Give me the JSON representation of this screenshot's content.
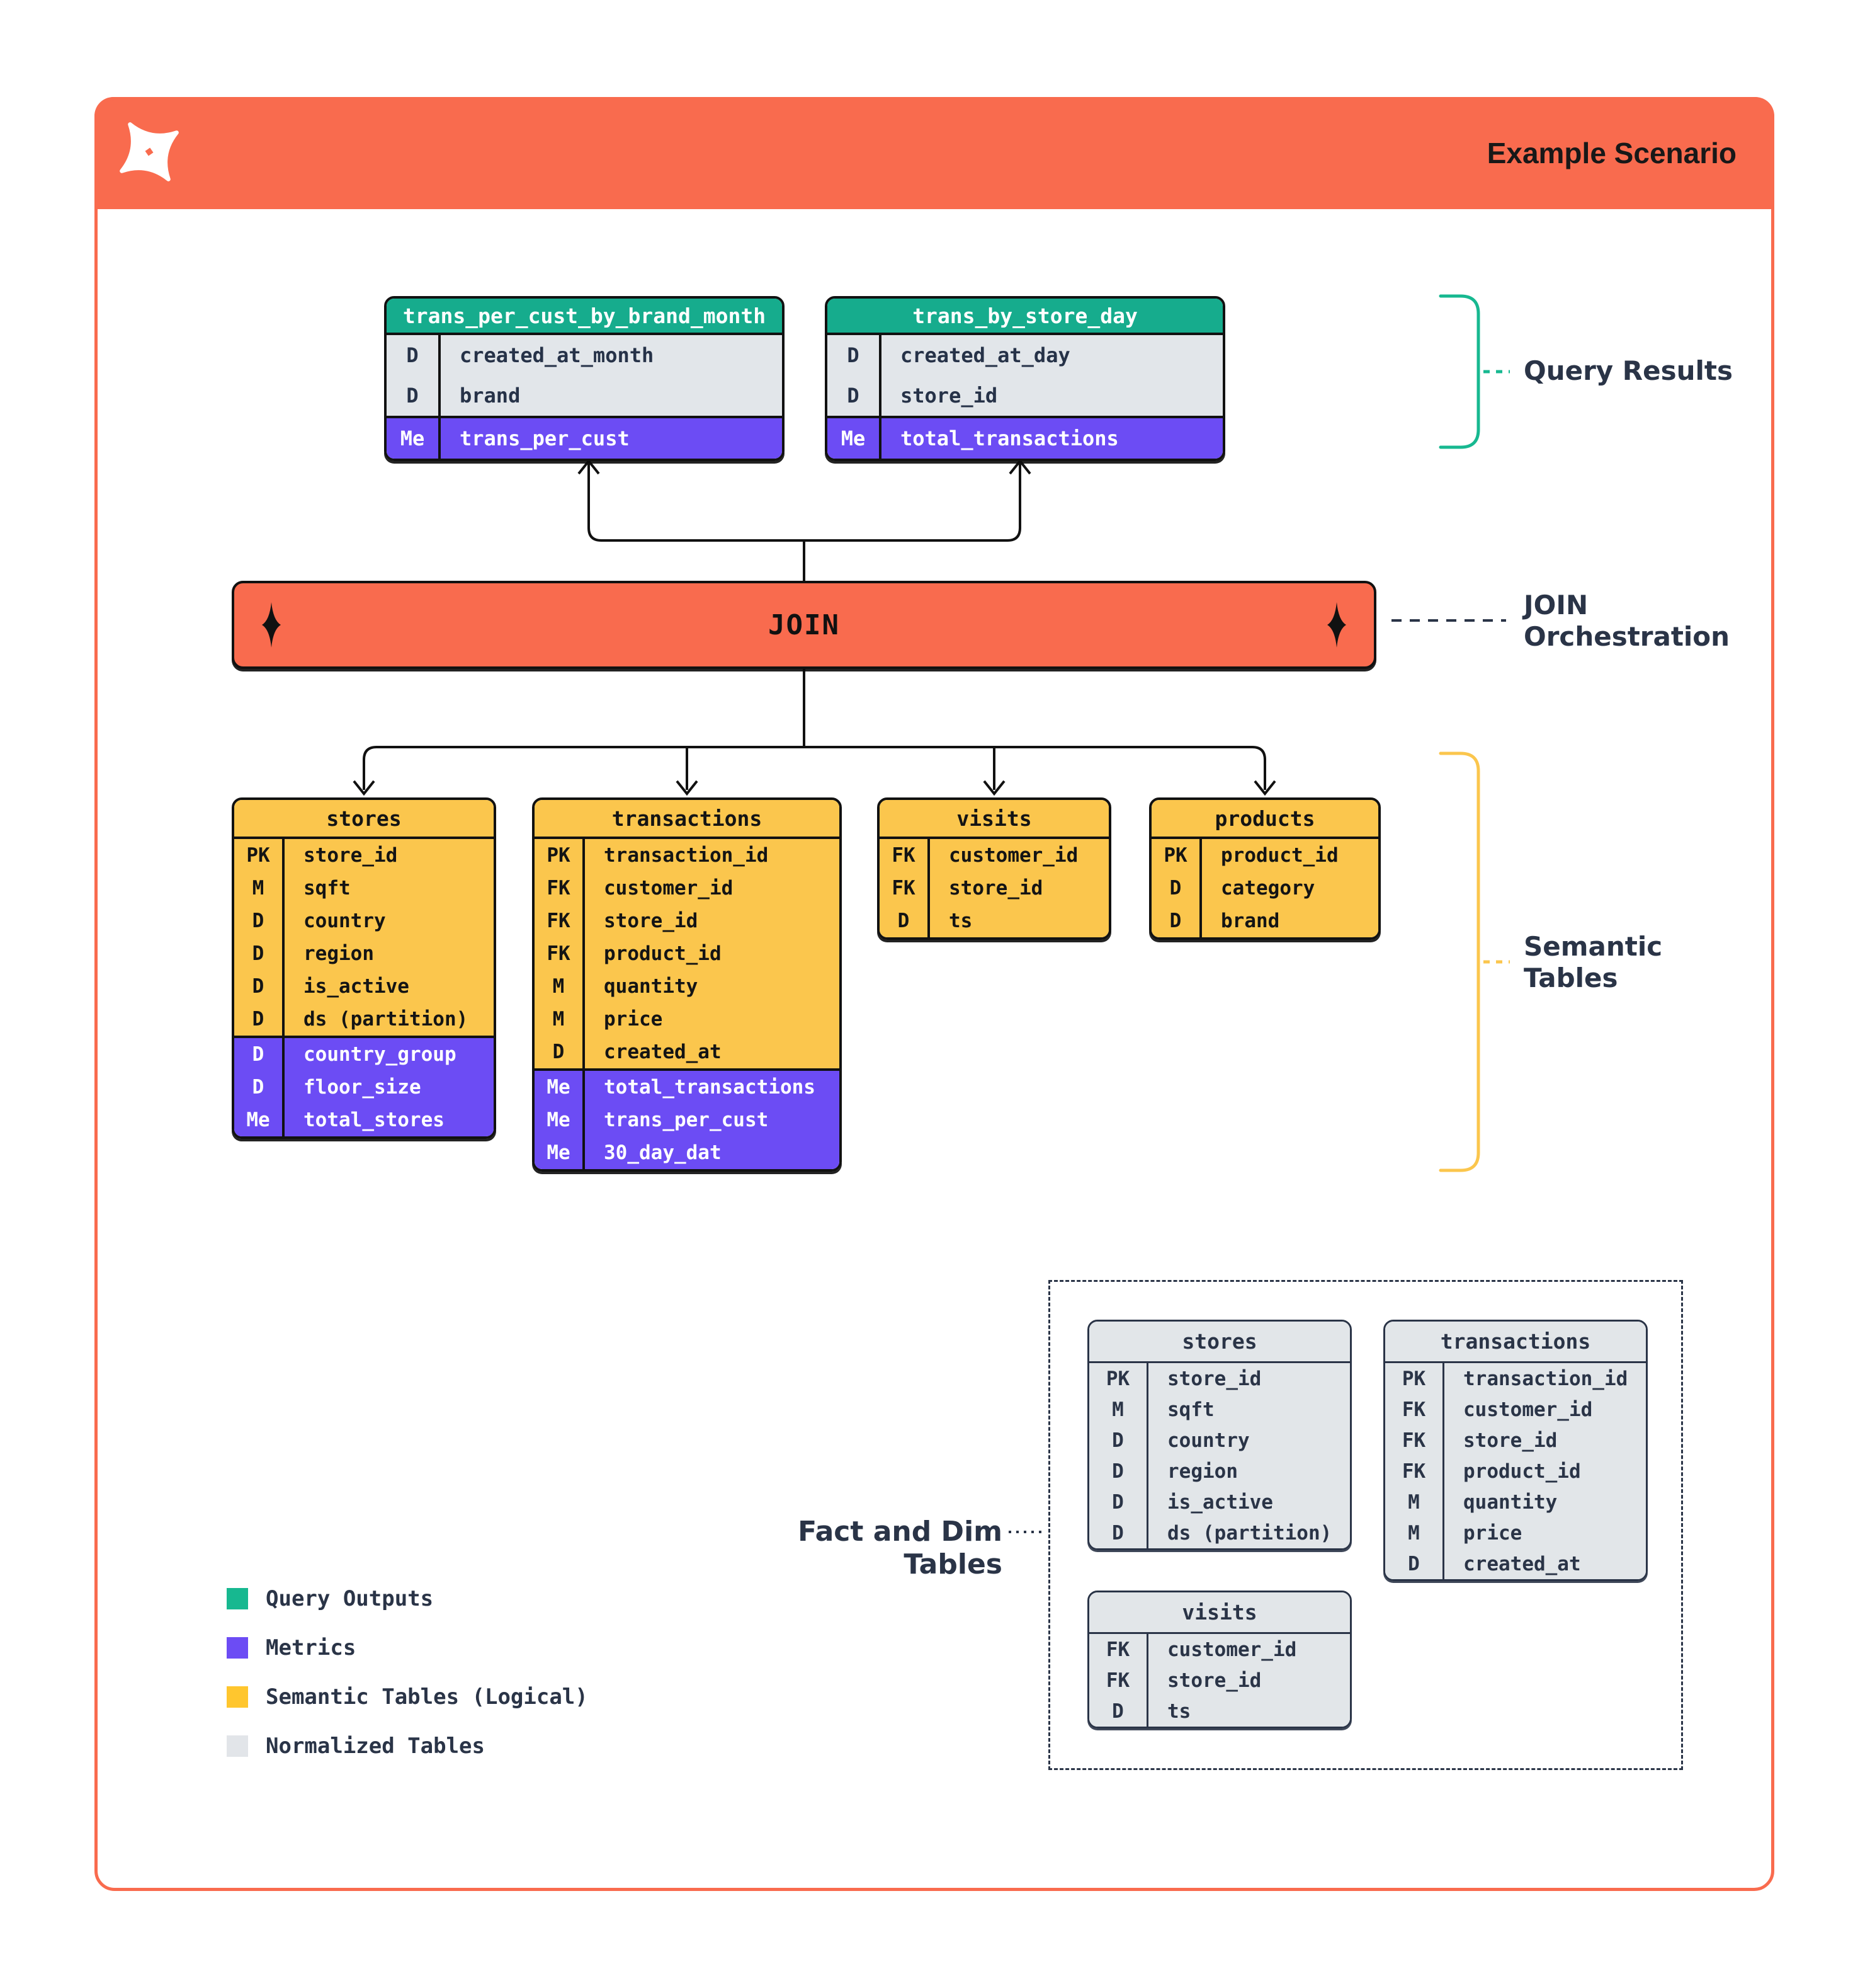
{
  "header": {
    "title": "Example Scenario"
  },
  "join": {
    "label": "JOIN"
  },
  "labels": {
    "query_results": "Query Results",
    "join_orchestration": "JOIN Orchestration",
    "semantic_tables": "Semantic Tables",
    "fact_and_dim": "Fact and Dim Tables"
  },
  "colors": {
    "orange": "#F96B4E",
    "green": "#16AC8D",
    "purple": "#6C4CF4",
    "yellow": "#FBC64D",
    "gray": "#E2E6E9",
    "navy": "#2A3447"
  },
  "legend": {
    "items": [
      {
        "label": "Query Outputs",
        "color": "#17B890"
      },
      {
        "label": "Metrics",
        "color": "#6C4CF4"
      },
      {
        "label": "Semantic Tables (Logical)",
        "color": "#FFC62E"
      },
      {
        "label": "Normalized Tables",
        "color": "#E2E5E9"
      }
    ]
  },
  "query_tables": [
    {
      "title": "trans_per_cust_by_brand_month",
      "sections": [
        {
          "tone": "dim",
          "rows": [
            {
              "k": "D",
              "label": "created_at_month"
            },
            {
              "k": "D",
              "label": "brand"
            }
          ]
        },
        {
          "tone": "measure",
          "rows": [
            {
              "k": "Me",
              "label": "trans_per_cust"
            }
          ]
        }
      ]
    },
    {
      "title": "trans_by_store_day",
      "sections": [
        {
          "tone": "dim",
          "rows": [
            {
              "k": "D",
              "label": "created_at_day"
            },
            {
              "k": "D",
              "label": "store_id"
            }
          ]
        },
        {
          "tone": "measure",
          "rows": [
            {
              "k": "Me",
              "label": "total_transactions"
            }
          ]
        }
      ]
    }
  ],
  "semantic_tables": [
    {
      "title": "stores",
      "sections": [
        {
          "tone": "plain",
          "rows": [
            {
              "k": "PK",
              "label": "store_id"
            },
            {
              "k": "M",
              "label": "sqft"
            },
            {
              "k": "D",
              "label": "country"
            },
            {
              "k": "D",
              "label": "region"
            },
            {
              "k": "D",
              "label": "is_active"
            },
            {
              "k": "D",
              "label": "ds (partition)"
            }
          ]
        },
        {
          "tone": "measure",
          "rows": [
            {
              "k": "D",
              "label": "country_group"
            },
            {
              "k": "D",
              "label": "floor_size"
            },
            {
              "k": "Me",
              "label": "total_stores"
            }
          ]
        }
      ]
    },
    {
      "title": "transactions",
      "sections": [
        {
          "tone": "plain",
          "rows": [
            {
              "k": "PK",
              "label": "transaction_id"
            },
            {
              "k": "FK",
              "label": "customer_id"
            },
            {
              "k": "FK",
              "label": "store_id"
            },
            {
              "k": "FK",
              "label": "product_id"
            },
            {
              "k": "M",
              "label": "quantity"
            },
            {
              "k": "M",
              "label": "price"
            },
            {
              "k": "D",
              "label": "created_at"
            }
          ]
        },
        {
          "tone": "measure",
          "rows": [
            {
              "k": "Me",
              "label": "total_transactions"
            },
            {
              "k": "Me",
              "label": "trans_per_cust"
            },
            {
              "k": "Me",
              "label": "30_day_dat"
            }
          ]
        }
      ]
    },
    {
      "title": "visits",
      "sections": [
        {
          "tone": "plain",
          "rows": [
            {
              "k": "FK",
              "label": "customer_id"
            },
            {
              "k": "FK",
              "label": "store_id"
            },
            {
              "k": "D",
              "label": "ts"
            }
          ]
        }
      ]
    },
    {
      "title": "products",
      "sections": [
        {
          "tone": "plain",
          "rows": [
            {
              "k": "PK",
              "label": "product_id"
            },
            {
              "k": "D",
              "label": "category"
            },
            {
              "k": "D",
              "label": "brand"
            }
          ]
        }
      ]
    }
  ],
  "normalized_tables": [
    {
      "title": "stores",
      "sections": [
        {
          "tone": "norm",
          "rows": [
            {
              "k": "PK",
              "label": "store_id"
            },
            {
              "k": "M",
              "label": "sqft"
            },
            {
              "k": "D",
              "label": "country"
            },
            {
              "k": "D",
              "label": "region"
            },
            {
              "k": "D",
              "label": "is_active"
            },
            {
              "k": "D",
              "label": "ds (partition)"
            }
          ]
        }
      ]
    },
    {
      "title": "transactions",
      "sections": [
        {
          "tone": "norm",
          "rows": [
            {
              "k": "PK",
              "label": "transaction_id"
            },
            {
              "k": "FK",
              "label": "customer_id"
            },
            {
              "k": "FK",
              "label": "store_id"
            },
            {
              "k": "FK",
              "label": "product_id"
            },
            {
              "k": "M",
              "label": "quantity"
            },
            {
              "k": "M",
              "label": "price"
            },
            {
              "k": "D",
              "label": "created_at"
            }
          ]
        }
      ]
    },
    {
      "title": "visits",
      "sections": [
        {
          "tone": "norm",
          "rows": [
            {
              "k": "FK",
              "label": "customer_id"
            },
            {
              "k": "FK",
              "label": "store_id"
            },
            {
              "k": "D",
              "label": "ts"
            }
          ]
        }
      ]
    }
  ]
}
